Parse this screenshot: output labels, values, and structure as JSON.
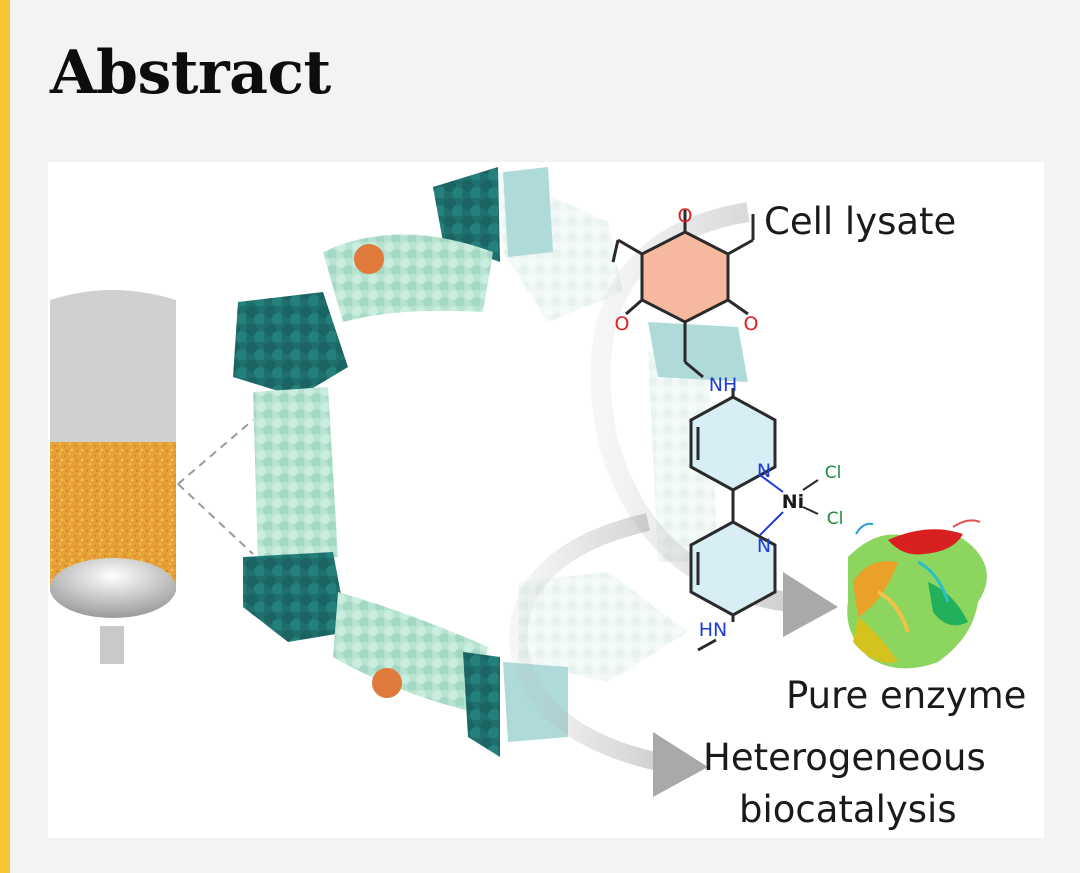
{
  "header": {
    "title": "Abstract"
  },
  "graphic": {
    "labels": {
      "cell_lysate": "Cell lysate",
      "pure_enzyme": "Pure enzyme",
      "heterogeneous_line1": "Heterogeneous",
      "heterogeneous_line2": "biocatalysis"
    },
    "chemical_atoms": {
      "oxygen": "O",
      "nitrogen": "N",
      "imine_top": "NH",
      "imine_bottom": "HN",
      "nickel": "Ni",
      "chlorine": "Cl"
    },
    "colors": {
      "accent_bar": "#f6c632",
      "framework_dark": "#1a6e6e",
      "framework_light": "#bfe6d6",
      "metal_sphere": "#e07a3c",
      "ring_fill": "#f6b9a0",
      "oxygen": "#e02020",
      "nitrogen": "#1e3ed8",
      "chlorine": "#1f8a3a"
    }
  }
}
